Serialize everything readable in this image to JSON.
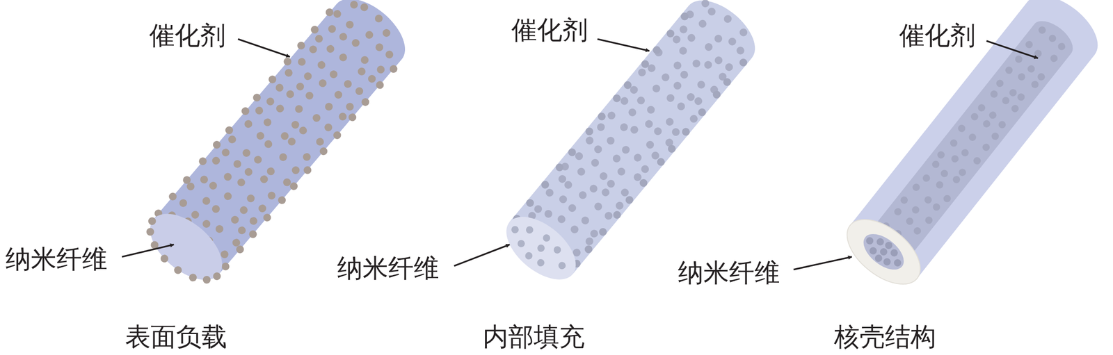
{
  "diagram": {
    "labels": [
      "催化剂",
      "纳米纤维",
      "表面负载",
      "催化剂",
      "纳米纤维",
      "内部填充",
      "催化剂",
      "纳米纤维",
      "核壳结构"
    ]
  }
}
